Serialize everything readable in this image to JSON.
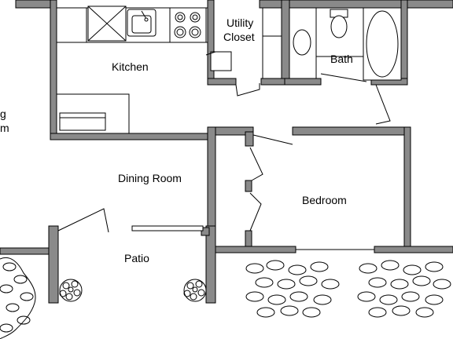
{
  "plan": {
    "rooms": {
      "kitchen": "Kitchen",
      "utility_line1": "Utility",
      "utility_line2": "Closet",
      "bath": "Bath",
      "dining": "Dining Room",
      "bedroom": "Bedroom",
      "patio": "Patio",
      "living_partial_1": "g",
      "living_partial_2": "m"
    }
  }
}
